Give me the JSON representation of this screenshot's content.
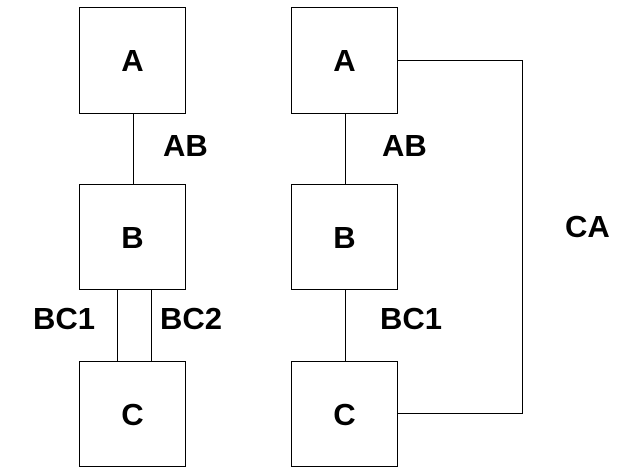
{
  "canvas": {
    "background_color": "#ffffff",
    "stroke_color": "#000000",
    "text_color": "#000000"
  },
  "diagrams": [
    {
      "id": "left-topology",
      "nodes": [
        {
          "label": "A"
        },
        {
          "label": "B"
        },
        {
          "label": "C"
        }
      ],
      "edges": [
        {
          "label": "AB",
          "from": "A",
          "to": "B"
        },
        {
          "label": "BC1",
          "from": "B",
          "to": "C"
        },
        {
          "label": "BC2",
          "from": "B",
          "to": "C"
        }
      ]
    },
    {
      "id": "right-topology",
      "nodes": [
        {
          "label": "A"
        },
        {
          "label": "B"
        },
        {
          "label": "C"
        }
      ],
      "edges": [
        {
          "label": "AB",
          "from": "A",
          "to": "B"
        },
        {
          "label": "BC1",
          "from": "B",
          "to": "C"
        },
        {
          "label": "CA",
          "from": "C",
          "to": "A"
        }
      ]
    }
  ]
}
